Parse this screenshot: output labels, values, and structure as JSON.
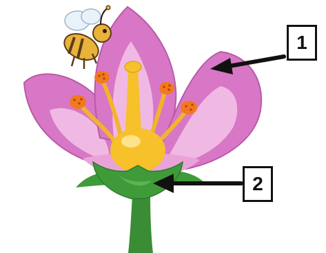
{
  "labels": [
    {
      "number": "1",
      "points_to": "petal"
    },
    {
      "number": "2",
      "points_to": "sepal"
    }
  ],
  "colors": {
    "petal_outer": "#d877c6",
    "petal_inner": "#f0b9e3",
    "petal_edge": "#b85aa7",
    "stamen_filament": "#f2b42a",
    "anther": "#f07a1e",
    "pistil": "#f6c12a",
    "sepal": "#3f9b3a",
    "stem": "#3a8d34",
    "bee_body": "#e9b23a",
    "bee_stripe": "#5a3b1a",
    "arrow": "#111111"
  },
  "icons": [
    "bee-icon"
  ]
}
